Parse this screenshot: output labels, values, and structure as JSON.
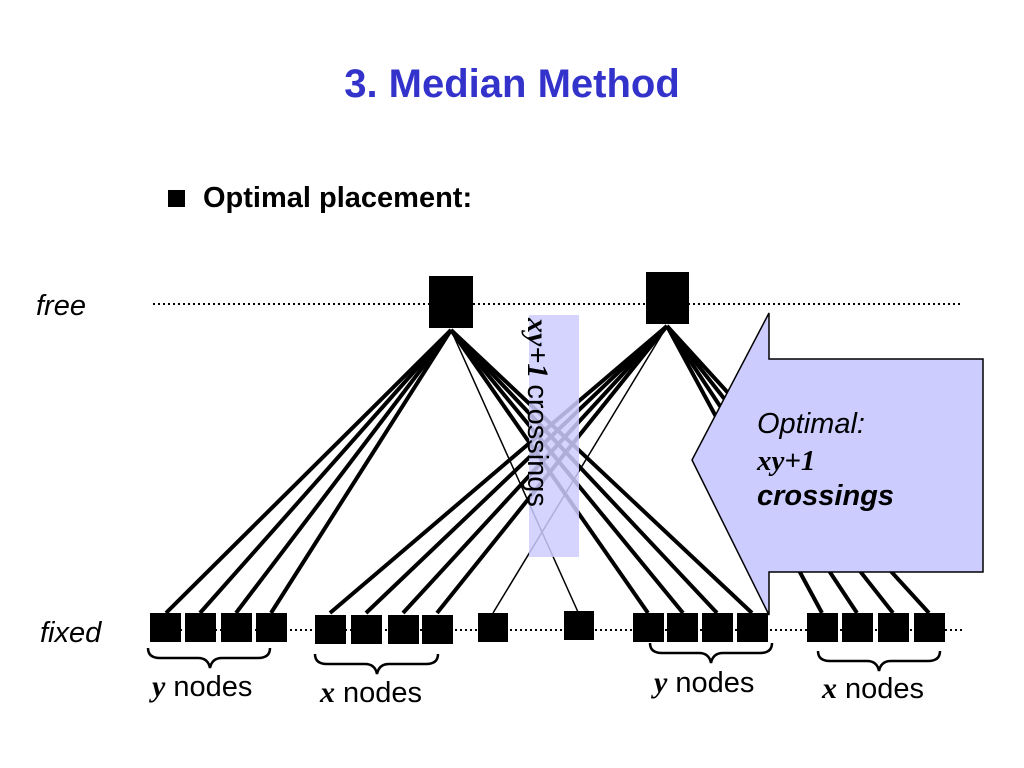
{
  "title": "3. Median Method",
  "bullet": "Optimal placement:",
  "rows": {
    "free": "free",
    "fixed": "fixed"
  },
  "groups": [
    {
      "var": "y",
      "label": "nodes"
    },
    {
      "var": "x",
      "label": "nodes"
    },
    {
      "var": "y",
      "label": "nodes"
    },
    {
      "var": "x",
      "label": "nodes"
    }
  ],
  "vertical_label": {
    "var": "xy+1",
    "text": "crossings"
  },
  "callout": {
    "line1": "Optimal:",
    "line2": "xy+1",
    "line3": "crossings"
  },
  "colors": {
    "title": "#3333cc",
    "callout_fill": "#ccccff",
    "line": "#000000"
  }
}
